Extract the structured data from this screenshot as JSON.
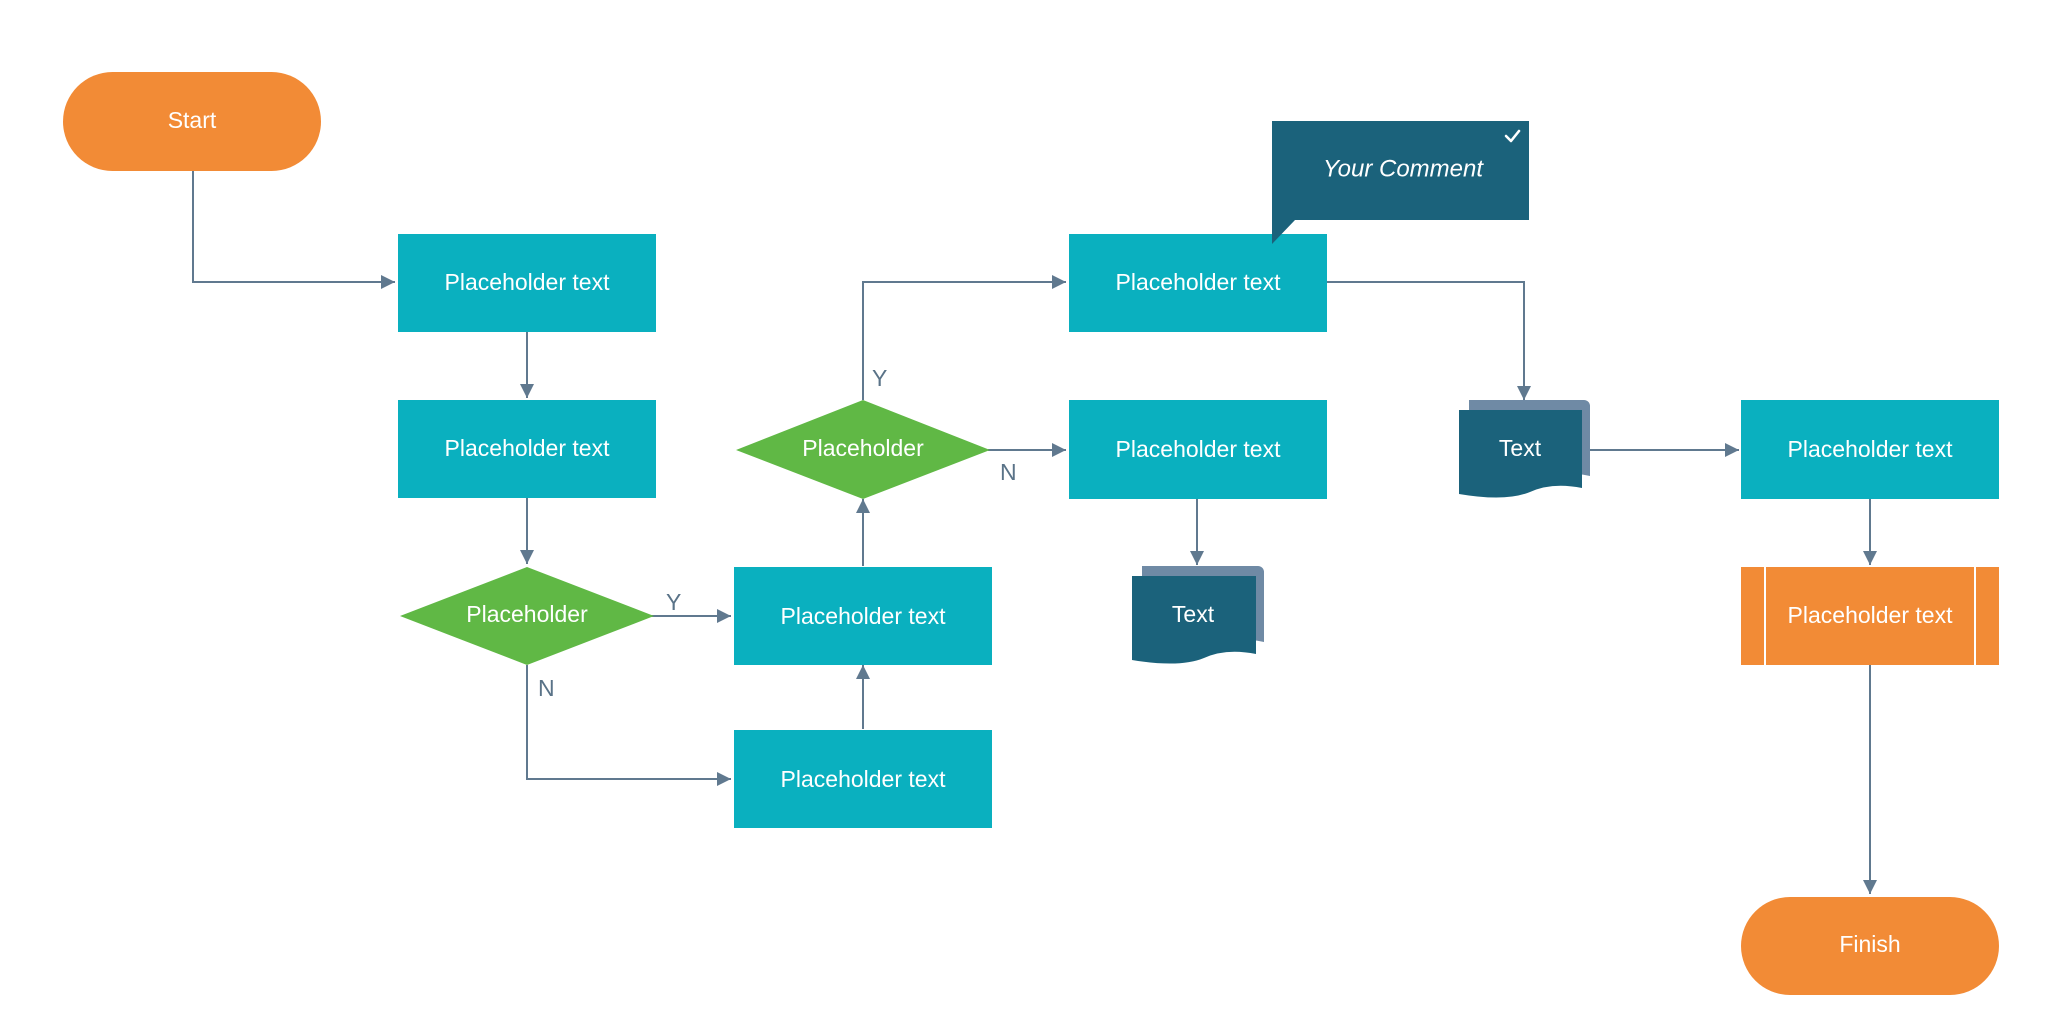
{
  "colors": {
    "terminal": "#f28b36",
    "process": "#0ab0bf",
    "decision": "#60b845",
    "document": "#1b627b",
    "document_back": "#6f8aa5",
    "comment": "#1b627b",
    "connector": "#60798f",
    "edge_label": "#5a7388"
  },
  "nodes": {
    "start": {
      "label": "Start"
    },
    "p1": {
      "label": "Placeholder text"
    },
    "p2": {
      "label": "Placeholder text"
    },
    "d1": {
      "label": "Placeholder"
    },
    "p3": {
      "label": "Placeholder text"
    },
    "p4": {
      "label": "Placeholder text"
    },
    "d2": {
      "label": "Placeholder"
    },
    "p5": {
      "label": "Placeholder text"
    },
    "p6": {
      "label": "Placeholder text"
    },
    "doc1": {
      "label": "Text"
    },
    "doc2": {
      "label": "Text"
    },
    "p7": {
      "label": "Placeholder text"
    },
    "sub1": {
      "label": "Placeholder text"
    },
    "finish": {
      "label": "Finish"
    }
  },
  "comment": {
    "text": "Your Comment",
    "icon": "checkmark-icon"
  },
  "edge_labels": {
    "d1_yes": "Y",
    "d1_no": "N",
    "d2_yes": "Y",
    "d2_no": "N"
  }
}
